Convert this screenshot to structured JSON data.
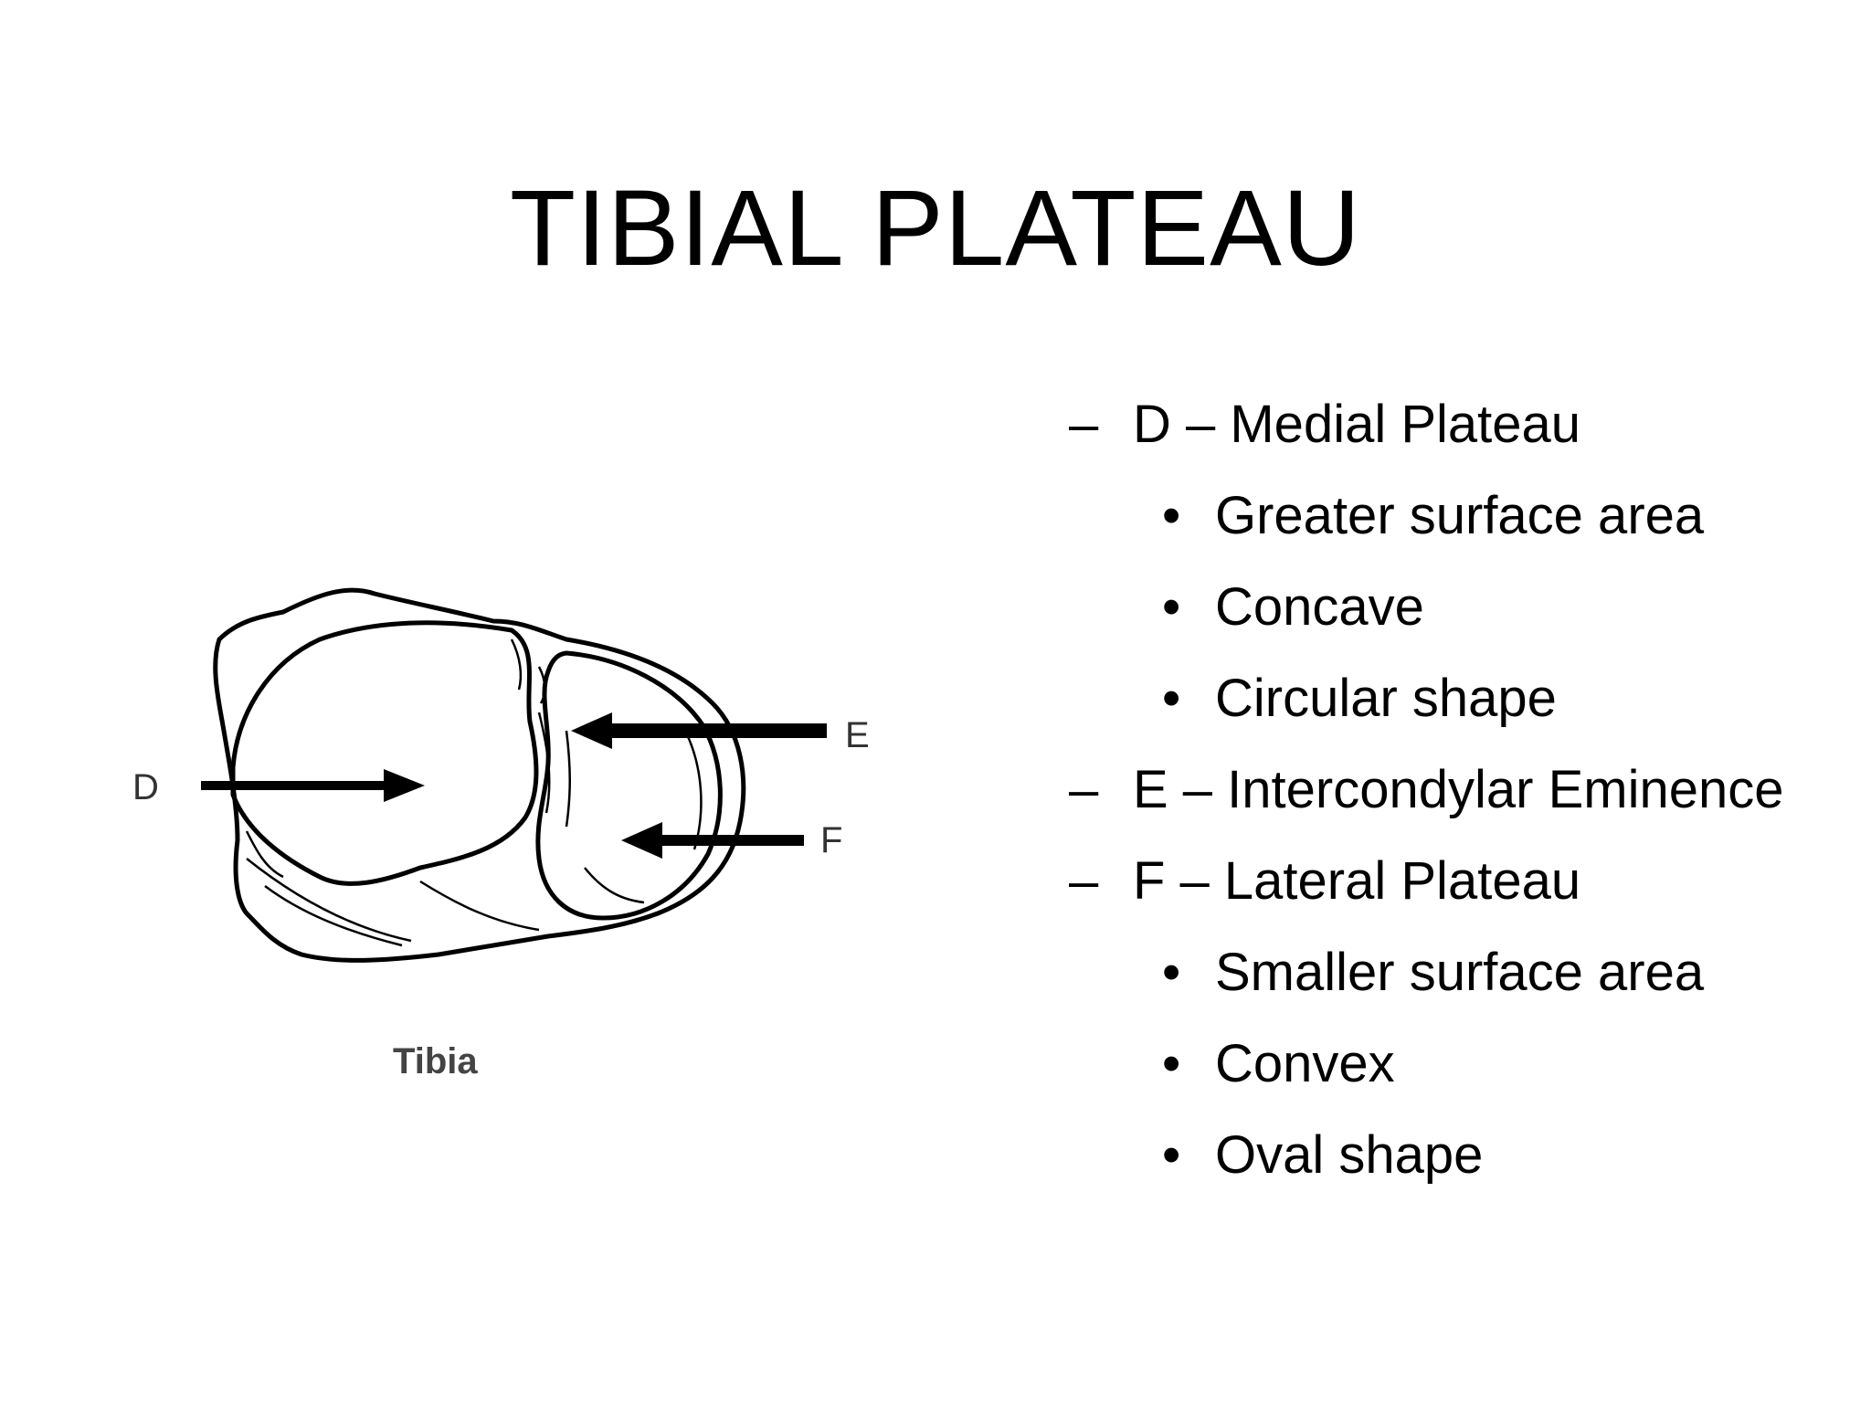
{
  "slide": {
    "title": "TIBIAL PLATEAU"
  },
  "figure": {
    "labels": {
      "d": "D",
      "e": "E",
      "f": "F"
    },
    "caption": "Tibia"
  },
  "content": {
    "level1_marker": "–",
    "level2_marker": "•",
    "items": [
      {
        "text": "D – Medial Plateau",
        "sub": [
          "Greater surface area",
          "Concave",
          "Circular shape"
        ]
      },
      {
        "text": "E – Intercondylar Eminence",
        "sub": []
      },
      {
        "text": "F – Lateral Plateau",
        "sub": [
          "Smaller surface area",
          "Convex",
          "Oval shape"
        ]
      }
    ]
  }
}
